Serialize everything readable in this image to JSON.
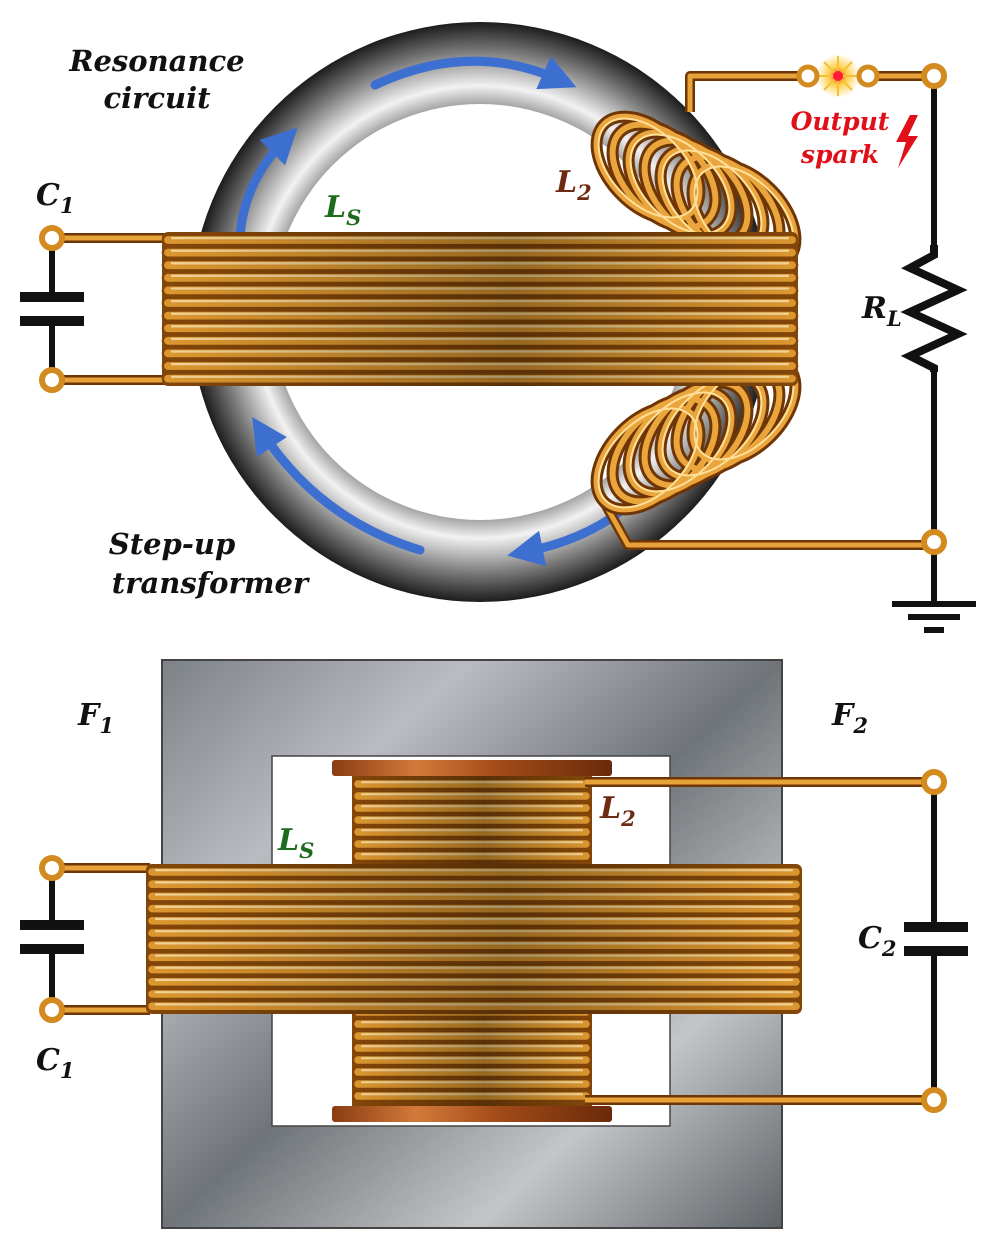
{
  "colors": {
    "copper": "#e39a2a",
    "copper_dark": "#8a4a0a",
    "copper_light": "#ffd27a",
    "wire": "#111111",
    "arrow": "#3d6fd0",
    "spark": "#e0101a",
    "label_green": "#1d6b1d",
    "label_brown": "#6e2a12"
  },
  "top_diagram": {
    "resonance_line1": "Resonance",
    "resonance_line2": "circuit",
    "stepup_line1": "Step-up",
    "stepup_line2": "transformer",
    "c1": {
      "main": "C",
      "sub": "1"
    },
    "ls": {
      "main": "L",
      "sub": "S"
    },
    "l2": {
      "main": "L",
      "sub": "2"
    },
    "rl": {
      "main": "R",
      "sub": "L"
    },
    "output_line1": "Output",
    "output_line2": "spark"
  },
  "bottom_diagram": {
    "f1": {
      "main": "F",
      "sub": "1"
    },
    "f2": {
      "main": "F",
      "sub": "2"
    },
    "ls": {
      "main": "L",
      "sub": "S"
    },
    "l2": {
      "main": "L",
      "sub": "2"
    },
    "c1": {
      "main": "C",
      "sub": "1"
    },
    "c2": {
      "main": "C",
      "sub": "2"
    }
  },
  "icons": [
    "capacitor-icon",
    "resistor-icon",
    "ground-icon",
    "spark-icon",
    "lightning-icon",
    "terminal-icon"
  ]
}
